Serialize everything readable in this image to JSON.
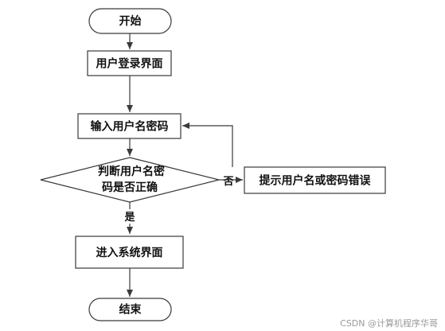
{
  "nodes": {
    "start": "开始",
    "login_page": "用户登录界面",
    "input_credentials": "输入用户名密码",
    "check_line1": "判断用户名密",
    "check_line2": "码是否正确",
    "error_prompt": "提示用户名或密码错误",
    "enter_system": "进入系统界面",
    "end": "结束"
  },
  "edges": {
    "no_label": "否",
    "yes_label": "是"
  },
  "watermark": "CSDN @计算机程序华哥"
}
